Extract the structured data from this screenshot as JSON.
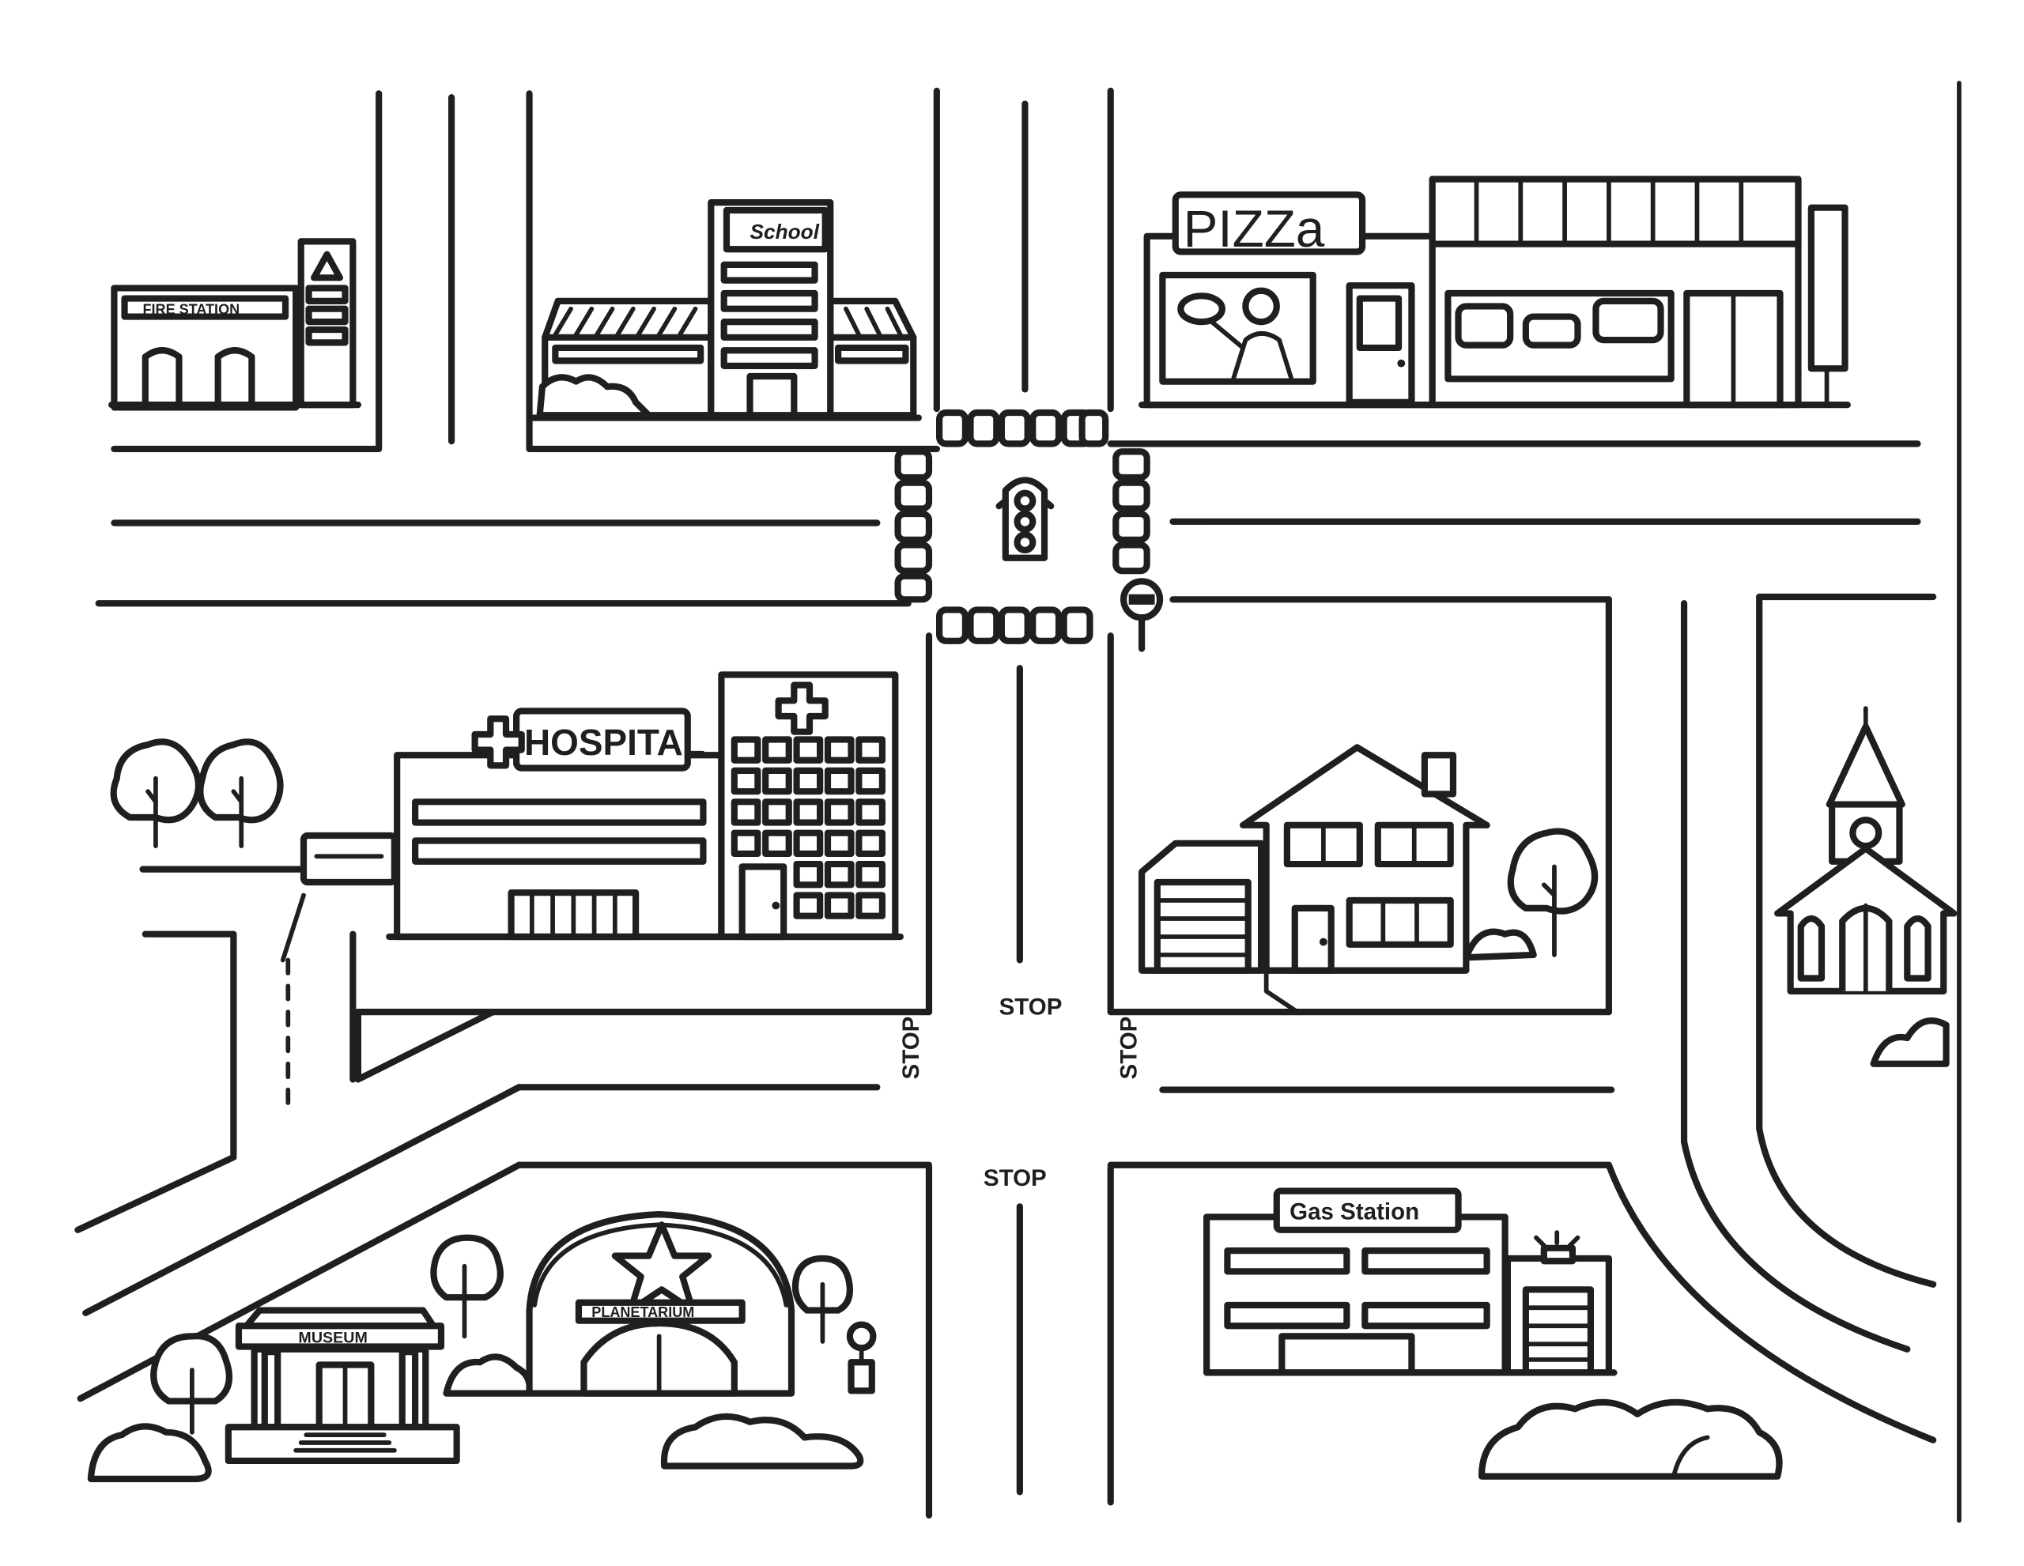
{
  "signs": {
    "pizza": "PIZZa",
    "hospital": "HOSPITAL",
    "school": "School",
    "stop_top": "STOP",
    "stop_bottom": "STOP",
    "stop_left": "STOP",
    "stop_right": "STOP",
    "gas_station": "Gas Station",
    "fire_station": "FIRE STATION",
    "museum": "MUSEUM",
    "planetarium": "PLANETARIUM"
  },
  "colors": {
    "ink": "#1f1f1f",
    "paper": "#ffffff"
  }
}
